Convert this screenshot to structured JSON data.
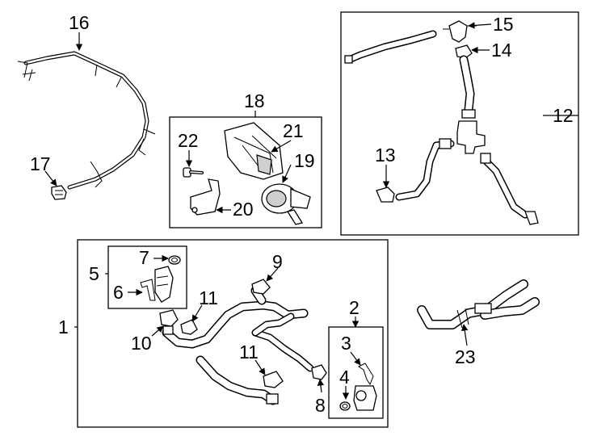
{
  "diagram": {
    "callouts": [
      {
        "id": "c1",
        "text": "1"
      },
      {
        "id": "c2",
        "text": "2"
      },
      {
        "id": "c3",
        "text": "3"
      },
      {
        "id": "c4",
        "text": "4"
      },
      {
        "id": "c5",
        "text": "5"
      },
      {
        "id": "c6",
        "text": "6"
      },
      {
        "id": "c7",
        "text": "7"
      },
      {
        "id": "c8",
        "text": "8"
      },
      {
        "id": "c9",
        "text": "9"
      },
      {
        "id": "c10",
        "text": "10"
      },
      {
        "id": "c11a",
        "text": "11"
      },
      {
        "id": "c11b",
        "text": "11"
      },
      {
        "id": "c12",
        "text": "12"
      },
      {
        "id": "c13",
        "text": "13"
      },
      {
        "id": "c14",
        "text": "14"
      },
      {
        "id": "c15",
        "text": "15"
      },
      {
        "id": "c16",
        "text": "16"
      },
      {
        "id": "c17",
        "text": "17"
      },
      {
        "id": "c18",
        "text": "18"
      },
      {
        "id": "c19",
        "text": "19"
      },
      {
        "id": "c20",
        "text": "20"
      },
      {
        "id": "c21",
        "text": "21"
      },
      {
        "id": "c22",
        "text": "22"
      },
      {
        "id": "c23",
        "text": "23"
      }
    ]
  }
}
